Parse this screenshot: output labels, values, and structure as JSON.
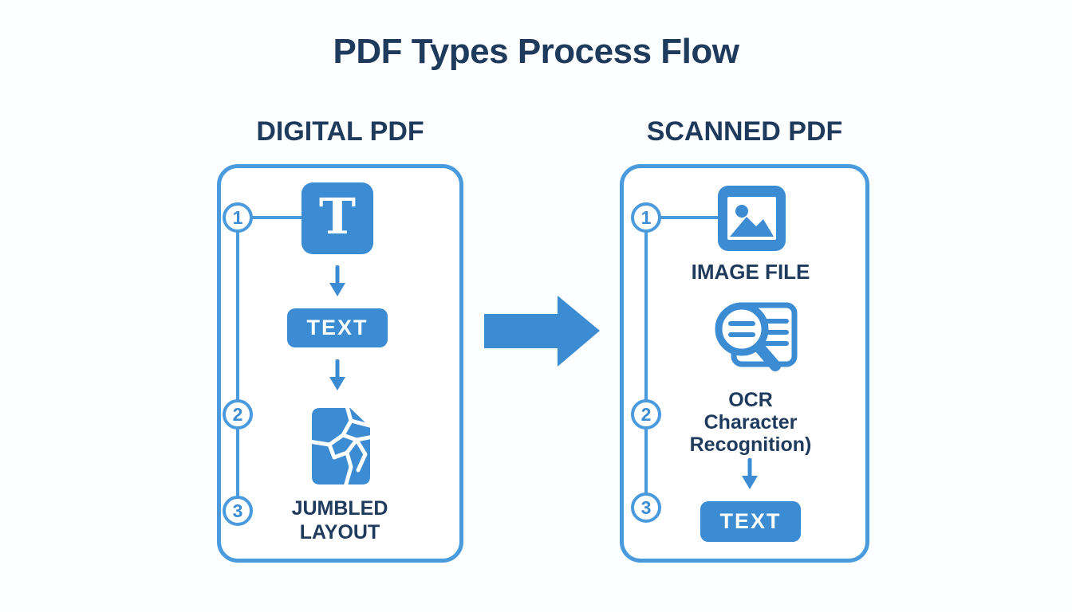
{
  "title": "PDF Types Process Flow",
  "colors": {
    "blue": "#3b8cd3",
    "blue_light": "#4a9ade",
    "navy": "#1e3a5c"
  },
  "panels": {
    "digital": {
      "heading": "DIGITAL PDF",
      "steps": [
        "1",
        "2",
        "3"
      ],
      "t_glyph": "T",
      "text_box": "TEXT",
      "result_label": [
        "JUMBLED",
        "LAYOUT"
      ]
    },
    "scanned": {
      "heading": "SCANNED PDF",
      "steps": [
        "1",
        "2",
        "3"
      ],
      "image_label": "IMAGE FILE",
      "ocr_label": [
        "OCR",
        "Character",
        "Recognition)"
      ],
      "text_box": "TEXT"
    }
  }
}
